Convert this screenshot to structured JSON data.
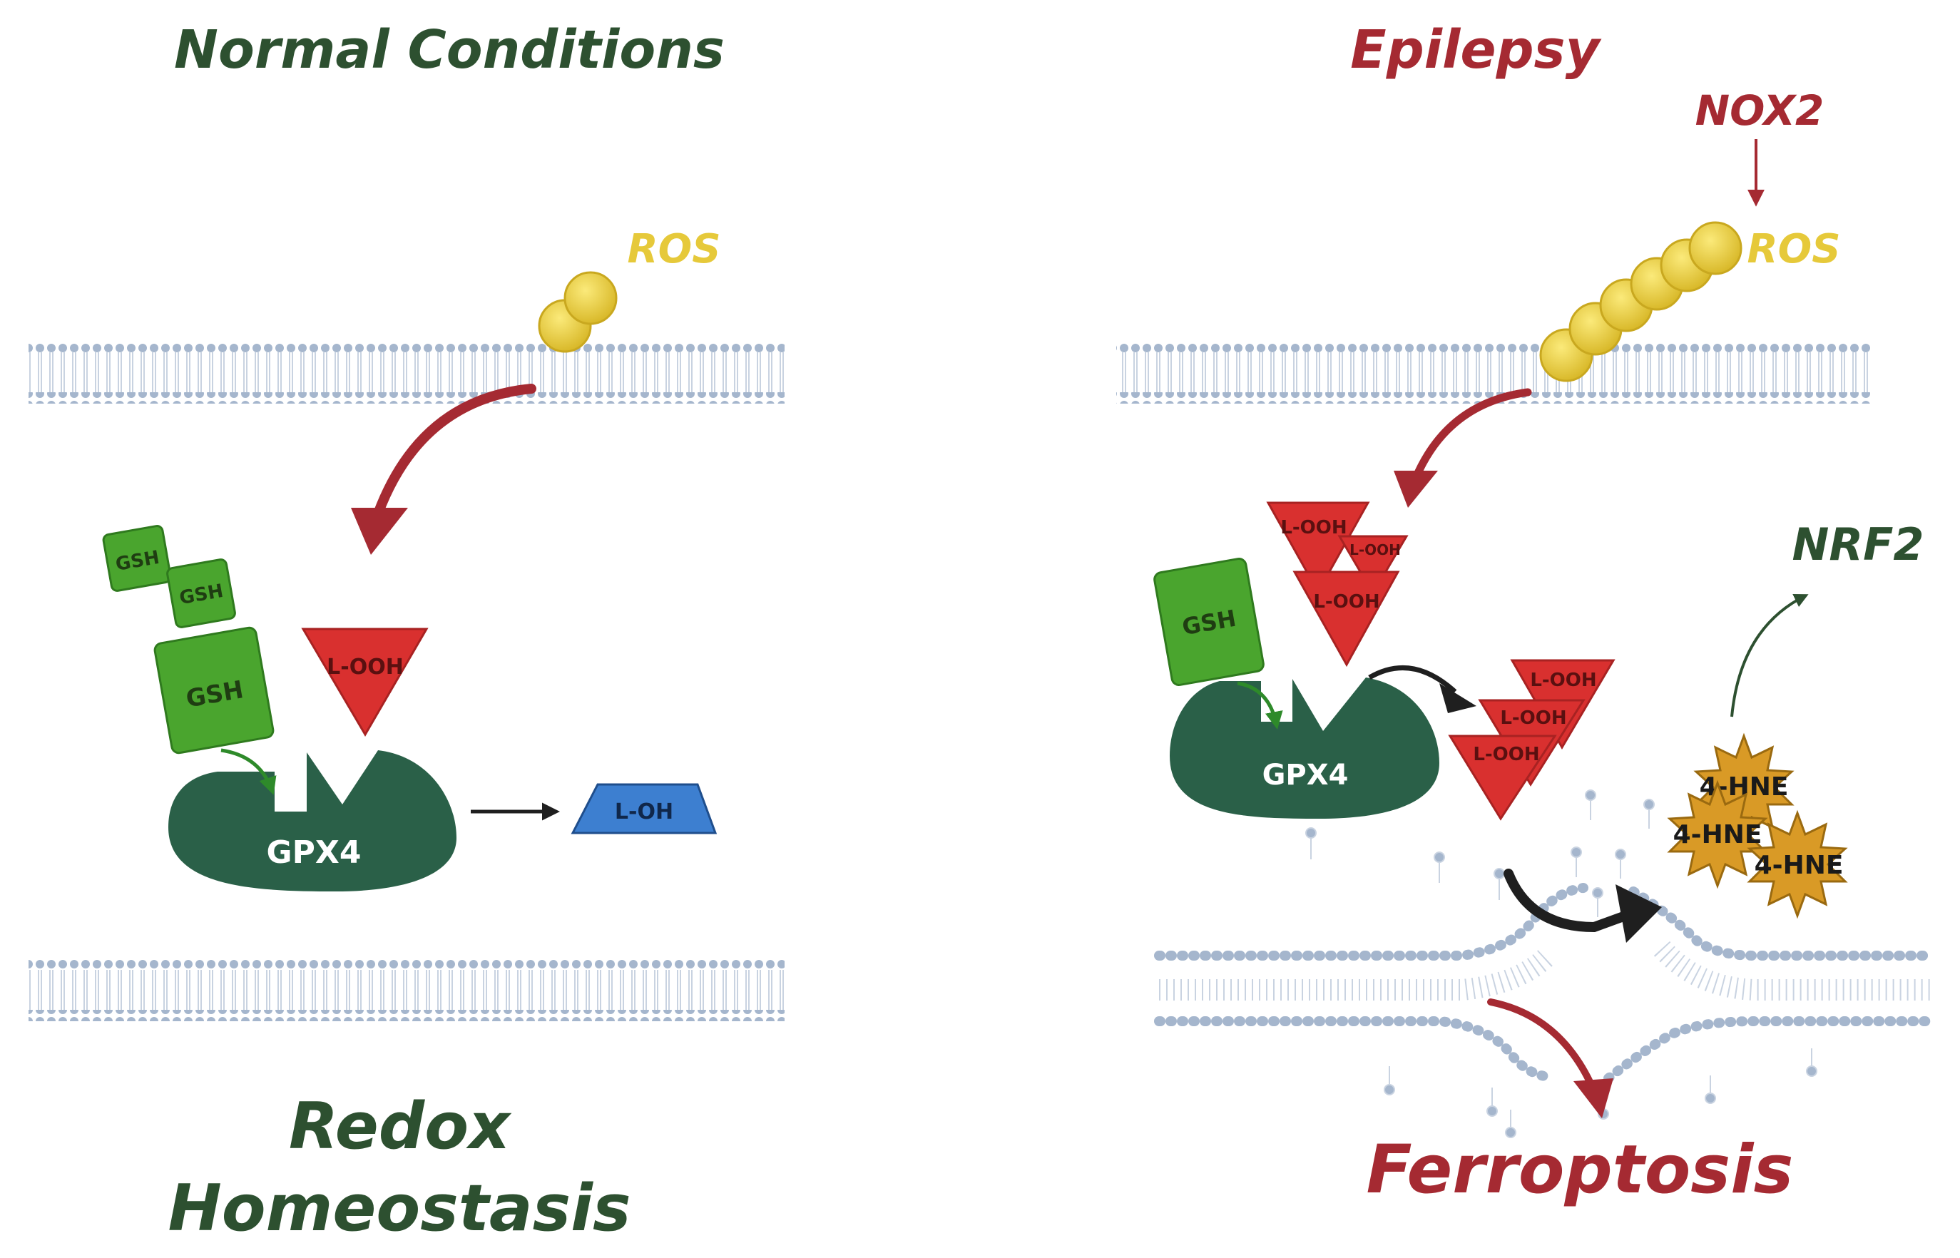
{
  "left_panel": {
    "title": "Normal Conditions",
    "ros_label": "ROS",
    "gsh_labels": [
      "GSH",
      "GSH",
      "GSH"
    ],
    "substrate_label": "L-OOH",
    "enzyme_label": "GPX4",
    "product_label": "L-OH",
    "outcome_line1": "Redox",
    "outcome_line2": "Homeostasis"
  },
  "right_panel": {
    "title": "Epilepsy",
    "nox_label": "NOX2",
    "ros_label": "ROS",
    "gsh_label": "GSH",
    "enzyme_label": "GPX4",
    "substrate_labels": [
      "L-OOH",
      "L-OOH",
      "L-OOH",
      "L-OOH",
      "L-OOH",
      "L-OOH"
    ],
    "hne_labels": [
      "4-HNE",
      "4-HNE",
      "4-HNE"
    ],
    "nrf2_label": "NRF2",
    "outcome": "Ferroptosis"
  },
  "colors": {
    "dark_green": "#2d5030",
    "dark_red": "#a52a32",
    "ros_yellow": "#e6c93a",
    "gsh_green": "#4aa52e",
    "gpx4_green": "#2a6048",
    "lipid_red": "#d9302f",
    "product_blue": "#3d7fd0",
    "hne_gold": "#d99a26",
    "membrane_blue": "#9aaec8"
  }
}
